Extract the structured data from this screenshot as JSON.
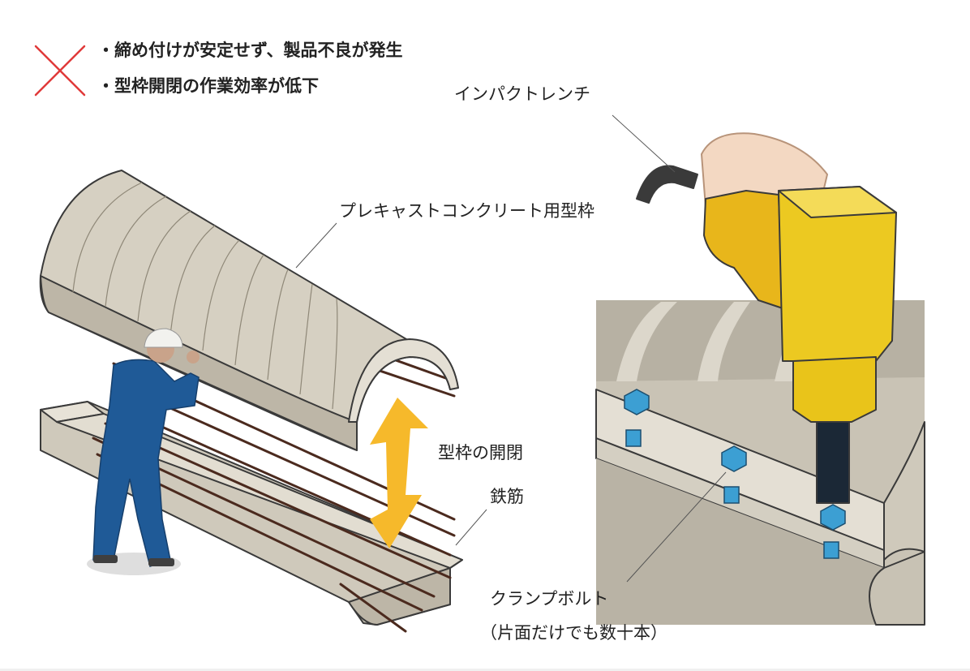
{
  "problems": {
    "icon": "cross-mark-icon",
    "icon_color": "#e03a3a",
    "items": [
      "・締め付けが安定せず、製品不良が発生",
      "・型枠開閉の作業効率が低下"
    ]
  },
  "labels": {
    "impact_wrench": "インパクトレンチ",
    "precast_form": "プレキャストコンクリート用型枠",
    "form_open_close": "型枠の開閉",
    "rebar": "鉄筋",
    "clamp_bolt": "クランプボルト",
    "clamp_bolt_note": "（片面だけでも数十本）"
  },
  "colors": {
    "form_fill": "#d6d0c2",
    "form_stroke": "#3a3a3a",
    "arrow": "#f6b92b",
    "wrench": "#ecc921",
    "bolt": "#3c9fd3",
    "worker": "#1f5a97"
  }
}
